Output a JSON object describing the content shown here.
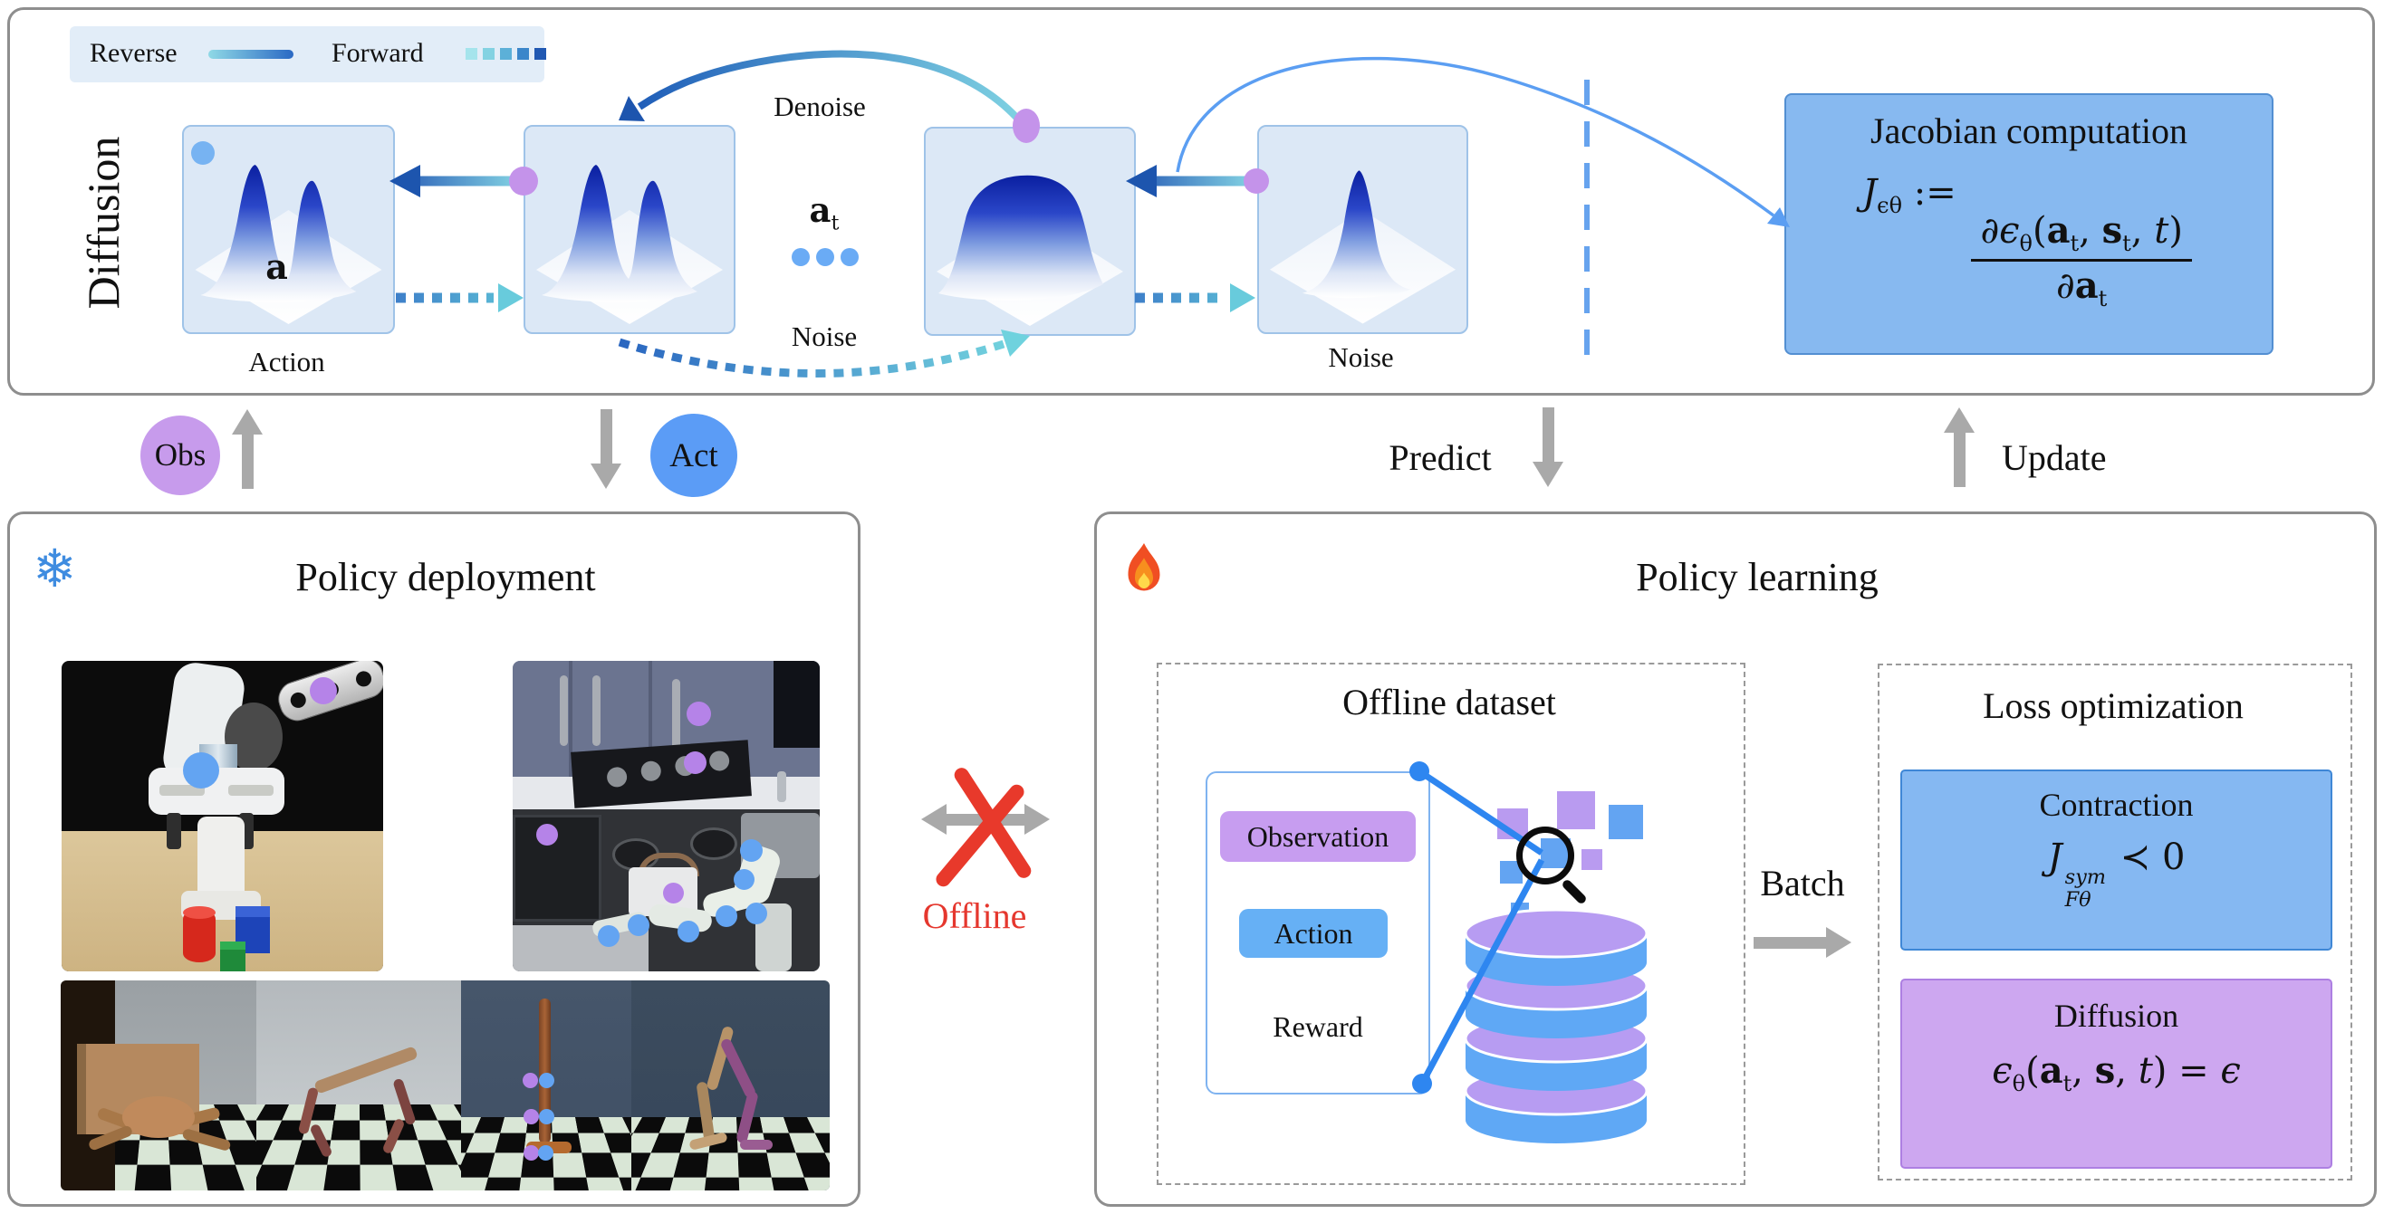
{
  "colors": {
    "accent_blue": "#5b9cf6",
    "accent_purple": "#c79bec",
    "panel_blue_bg": "#dce8f6",
    "jacobian_bg": "#87b9f0",
    "contraction_bg": "#85b8f2",
    "diffusion_box_bg": "#cda7f0",
    "offline_red": "#e5372e",
    "arrow_gray": "#a9a9a9",
    "reverse_gradient": [
      "#8fd9e6",
      "#2a69c4"
    ],
    "db_purple": "#b79cf2",
    "db_blue": "#5fa8f5"
  },
  "legend": {
    "reverse_label": "Reverse",
    "forward_label": "Forward"
  },
  "diffusion_section": {
    "side_label": "Diffusion",
    "denoise_label": "Denoise",
    "noise_mid_label": "Noise",
    "action_caption": "Action",
    "noise_caption": "Noise",
    "a_formula": [
      {
        "txt": "a",
        "bf": true
      }
    ],
    "at_formula": [
      {
        "txt": "a",
        "bf": true
      },
      {
        "sub": "t"
      }
    ]
  },
  "jacobian": {
    "title": "Jacobian computation",
    "formula": [
      {
        "txt": "J",
        "it": true
      },
      {
        "sub": "ϵθ"
      },
      {
        "txt": " := "
      },
      {
        "frac": {
          "num": [
            {
              "txt": "∂ϵ",
              "it": true
            },
            {
              "sub": "θ"
            },
            {
              "txt": "("
            },
            {
              "txt": "a",
              "bf": true
            },
            {
              "sub": "t"
            },
            {
              "txt": ", "
            },
            {
              "txt": "s",
              "bf": true
            },
            {
              "sub": "t"
            },
            {
              "txt": ", "
            },
            {
              "txt": "t",
              "it": true
            },
            {
              "txt": ")"
            }
          ],
          "den": [
            {
              "txt": "∂",
              "it": true
            },
            {
              "txt": "a",
              "bf": true
            },
            {
              "sub": "t"
            }
          ]
        }
      }
    ]
  },
  "flow": {
    "obs_label": "Obs",
    "act_label": "Act",
    "predict_label": "Predict",
    "update_label": "Update"
  },
  "offline": {
    "label": "Offline"
  },
  "deployment": {
    "title": "Policy deployment",
    "snowflake_icon": "❄"
  },
  "learning": {
    "title": "Policy learning",
    "batch_label": "Batch",
    "dataset": {
      "title": "Offline dataset",
      "observation_label": "Observation",
      "action_label": "Action",
      "reward_label": "Reward"
    },
    "loss": {
      "title": "Loss optimization",
      "contraction": {
        "title": "Contraction",
        "formula": [
          {
            "txt": "J",
            "it": true
          },
          {
            "stack": {
              "sup": "sym",
              "sub": "Fθ"
            }
          },
          {
            "txt": " ≺ 0"
          }
        ]
      },
      "diffusion": {
        "title": "Diffusion",
        "formula": [
          {
            "txt": "ϵ",
            "it": true
          },
          {
            "sub": "θ"
          },
          {
            "txt": "("
          },
          {
            "txt": "a",
            "bf": true
          },
          {
            "sub": "t"
          },
          {
            "txt": ", "
          },
          {
            "txt": "s",
            "bf": true
          },
          {
            "txt": ", "
          },
          {
            "txt": "t",
            "it": true
          },
          {
            "txt": ") = "
          },
          {
            "txt": "ϵ",
            "it": true
          }
        ]
      }
    }
  }
}
